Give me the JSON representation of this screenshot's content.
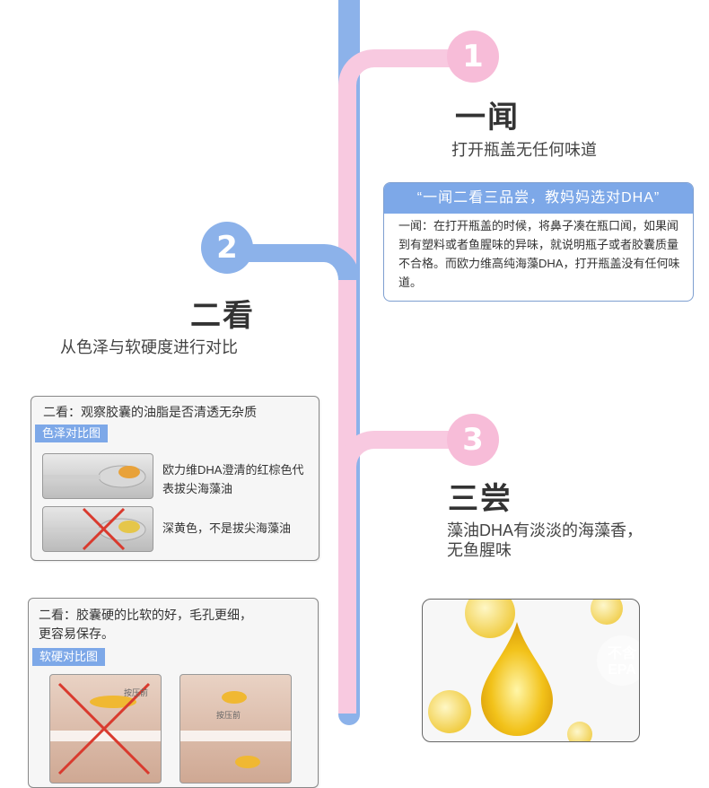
{
  "step1": {
    "number": "1",
    "title": "一闻",
    "subtitle": "打开瓶盖无任何味道"
  },
  "quote": {
    "heading": "“一闻二看三品尝，教妈妈选对DHA”",
    "body": "一闻：在打开瓶盖的时候，将鼻子凑在瓶口闻，如果闻到有塑料或者鱼腥味的异味，就说明瓶子或者胶囊质量不合格。而欧力维高纯海藻DHA，打开瓶盖没有任何味道。"
  },
  "step2": {
    "number": "2",
    "title": "二看",
    "subtitle": "从色泽与软硬度进行对比"
  },
  "card1": {
    "title": "二看：观察胶囊的油脂是否清透无杂质",
    "tag": "色泽对比图",
    "row1": "欧力维DHA澄清的红棕色代表拔尖海藻油",
    "row2": "深黄色，不是拔尖海藻油"
  },
  "card2": {
    "title_line1": "二看：胶囊硬的比软的好，毛孔更细，",
    "title_line2": "更容易保存。",
    "tag": "软硬对比图",
    "press_label": "按压前"
  },
  "step3": {
    "number": "3",
    "title": "三尝",
    "subtitle_line1": "藻油DHA有淡淡的海藻香，",
    "subtitle_line2": "无鱼腥味"
  },
  "badge": {
    "line1": "不含",
    "line2": "EPA"
  },
  "colors": {
    "blue": "#8cb2ea",
    "pink": "#f8c9e0",
    "tag_blue": "#7da8e8"
  }
}
